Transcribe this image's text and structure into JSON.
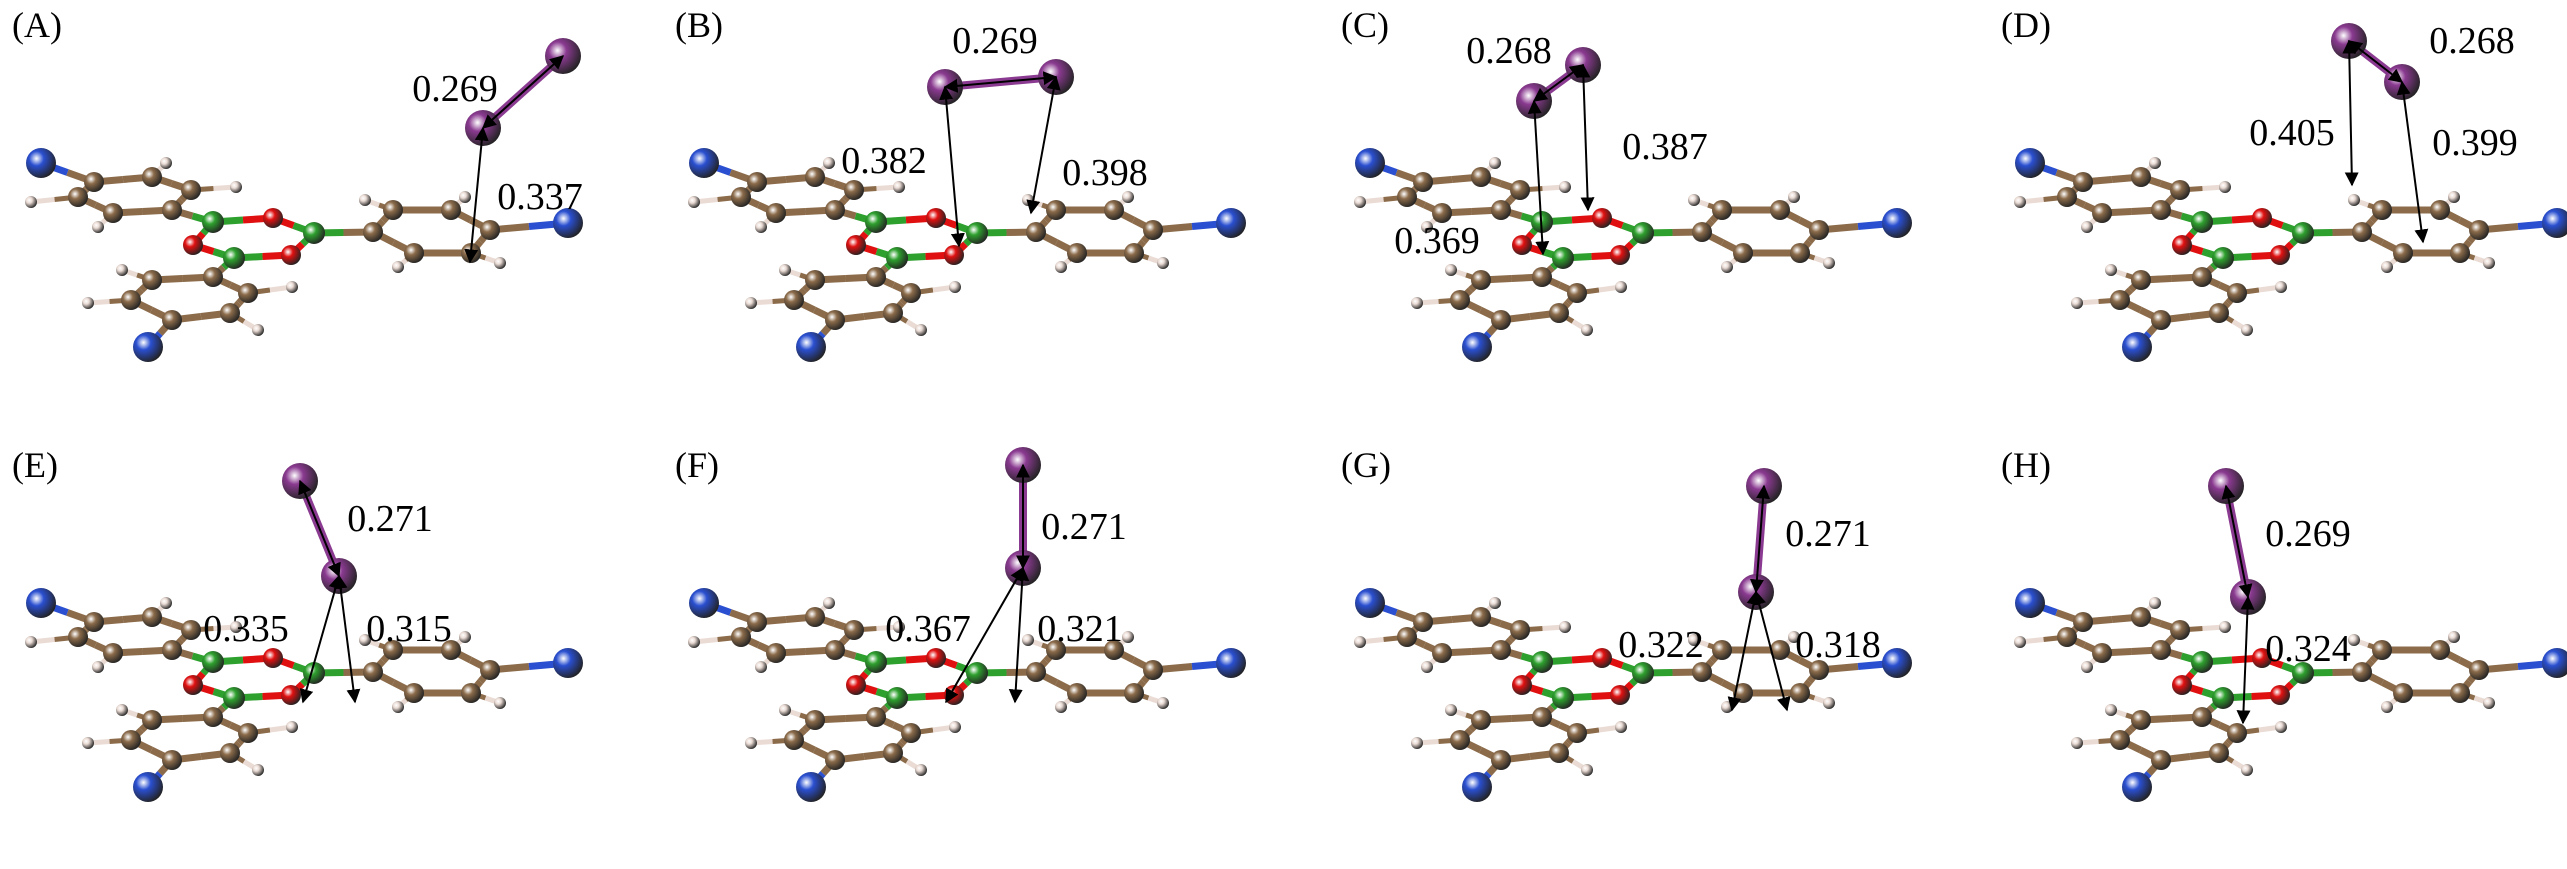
{
  "colors": {
    "carbon": "#8b6b4a",
    "hydrogen": "#eadbd4",
    "boron": "#2ea02e",
    "oxygen": "#e01010",
    "nitrogen": "#2a4fd0",
    "iodine": "#8a3a90",
    "arrow": "#000000"
  },
  "panels": [
    {
      "label": "(A)",
      "distances": [
        "0.269",
        "0.337"
      ]
    },
    {
      "label": "(B)",
      "distances": [
        "0.269",
        "0.382",
        "0.398"
      ]
    },
    {
      "label": "(C)",
      "distances": [
        "0.268",
        "0.387",
        "0.369"
      ]
    },
    {
      "label": "(D)",
      "distances": [
        "0.268",
        "0.405",
        "0.399"
      ]
    },
    {
      "label": "(E)",
      "distances": [
        "0.271",
        "0.335",
        "0.315"
      ]
    },
    {
      "label": "(F)",
      "distances": [
        "0.271",
        "0.367",
        "0.321"
      ]
    },
    {
      "label": "(G)",
      "distances": [
        "0.271",
        "0.322",
        "0.318"
      ]
    },
    {
      "label": "(H)",
      "distances": [
        "0.269",
        "0.324"
      ]
    }
  ]
}
